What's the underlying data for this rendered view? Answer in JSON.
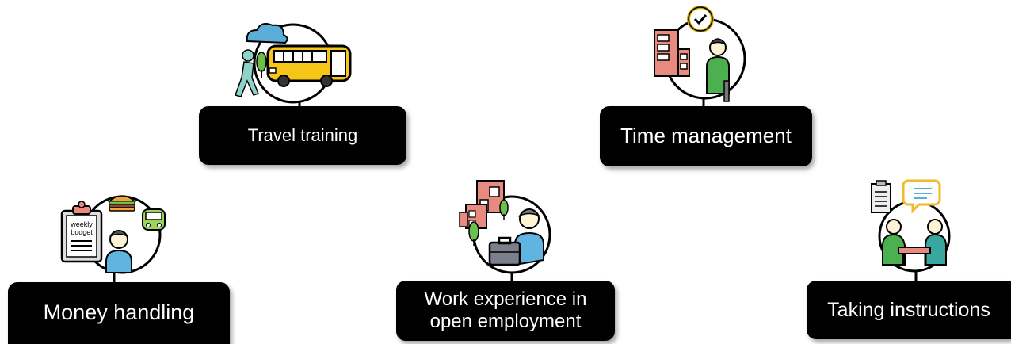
{
  "skills": [
    {
      "id": "travel",
      "label": "Travel training"
    },
    {
      "id": "time",
      "label": "Time management"
    },
    {
      "id": "money",
      "label": "Money handling",
      "clipboard_text": [
        "weekly",
        "budget"
      ]
    },
    {
      "id": "work",
      "label_lines": [
        "Work experience in",
        "open employment"
      ]
    },
    {
      "id": "instructions",
      "label": "Taking instructions"
    }
  ],
  "icons": [
    "bus-icon",
    "walking-person-icon",
    "cloud-icon",
    "clock-check-icon",
    "calendar-icon",
    "person-icon",
    "clipboard-icon",
    "burger-icon",
    "car-icon",
    "buildings-icon",
    "briefcase-icon",
    "speech-bubble-icon",
    "meeting-table-icon"
  ],
  "colors": {
    "label_bg": "#000000",
    "label_text": "#ffffff",
    "bus": "#f5c518",
    "person_green": "#4caf50",
    "person_teal": "#3aa6a0",
    "person_blue": "#5fb4e0",
    "building_pink": "#e88a80",
    "cloud": "#5aaed8",
    "tree": "#6cc04a",
    "briefcase": "#7a7f8a"
  }
}
